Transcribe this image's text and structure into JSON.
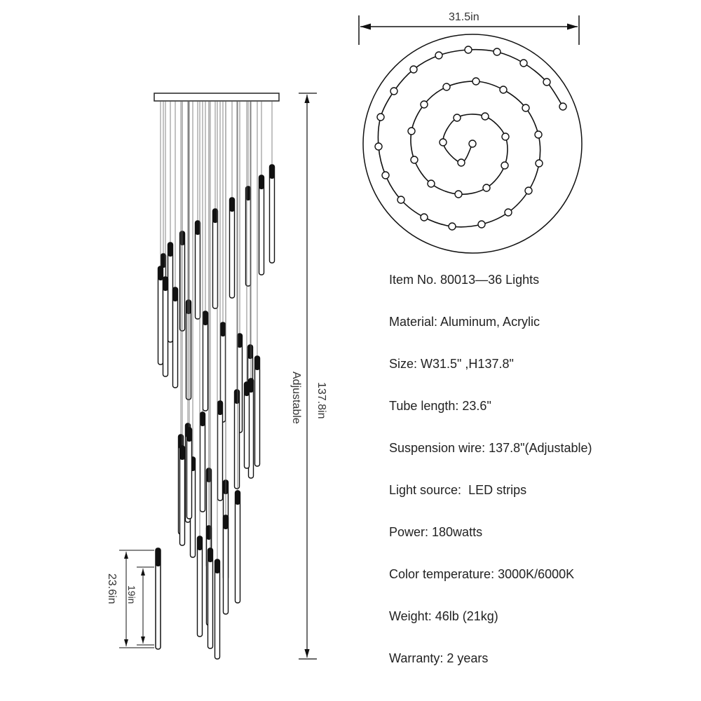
{
  "dimensions": {
    "diameter": "31.5in",
    "total_height": "137.8in",
    "adjustable": "Adjustable",
    "tube_length": "23.6in",
    "light_length": "19in"
  },
  "specs": [
    "Item No. 80013—36 Lights",
    "Material: Aluminum, Acrylic",
    "Size: W31.5\" ,H137.8\"",
    "Tube length: 23.6\"",
    "Suspension wire: 137.8\"(Adjustable)",
    "Light source:  LED strips",
    "Power: 180watts",
    "Color temperature: 3000K/6000K",
    "Weight: 46lb (21kg)",
    "Warranty: 2 years"
  ],
  "light_count": 36
}
